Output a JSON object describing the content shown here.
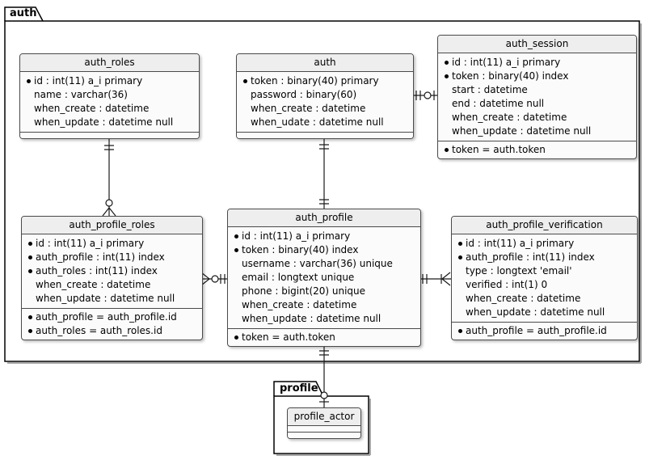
{
  "diagram": {
    "packages": [
      {
        "id": "auth",
        "label": "auth"
      },
      {
        "id": "profile",
        "label": "profile"
      }
    ]
  },
  "tables": {
    "auth_roles": {
      "title": "auth_roles",
      "attributes": [
        {
          "key": true,
          "text": "id : int(11) a_i primary"
        },
        {
          "key": false,
          "text": "name : varchar(36)"
        },
        {
          "key": false,
          "text": "when_create : datetime"
        },
        {
          "key": false,
          "text": "when_update : datetime null"
        }
      ],
      "constraints": []
    },
    "auth": {
      "title": "auth",
      "attributes": [
        {
          "key": true,
          "text": "token : binary(40) primary"
        },
        {
          "key": false,
          "text": "password : binary(60)"
        },
        {
          "key": false,
          "text": "when_create : datetime"
        },
        {
          "key": false,
          "text": "when_udate : datetime null"
        }
      ],
      "constraints": []
    },
    "auth_session": {
      "title": "auth_session",
      "attributes": [
        {
          "key": true,
          "text": "id : int(11) a_i primary"
        },
        {
          "key": true,
          "text": "token : binary(40) index"
        },
        {
          "key": false,
          "text": "start : datetime"
        },
        {
          "key": false,
          "text": "end : datetime null"
        },
        {
          "key": false,
          "text": "when_create : datetime"
        },
        {
          "key": false,
          "text": "when_update : datetime null"
        }
      ],
      "constraints": [
        {
          "key": true,
          "text": "token = auth.token"
        }
      ]
    },
    "auth_profile_roles": {
      "title": "auth_profile_roles",
      "attributes": [
        {
          "key": true,
          "text": "id : int(11) a_i primary"
        },
        {
          "key": true,
          "text": "auth_profile : int(11) index"
        },
        {
          "key": true,
          "text": "auth_roles : int(11) index"
        },
        {
          "key": false,
          "text": "when_create : datetime"
        },
        {
          "key": false,
          "text": "when_update : datetime null"
        }
      ],
      "constraints": [
        {
          "key": true,
          "text": "auth_profile = auth_profile.id"
        },
        {
          "key": true,
          "text": "auth_roles = auth_roles.id"
        }
      ]
    },
    "auth_profile": {
      "title": "auth_profile",
      "attributes": [
        {
          "key": true,
          "text": "id : int(11) a_i primary"
        },
        {
          "key": true,
          "text": "token : binary(40) index"
        },
        {
          "key": false,
          "text": "username : varchar(36) unique"
        },
        {
          "key": false,
          "text": "email : longtext unique"
        },
        {
          "key": false,
          "text": "phone : bigint(20) unique"
        },
        {
          "key": false,
          "text": "when_create : datetime"
        },
        {
          "key": false,
          "text": "when_update : datetime null"
        }
      ],
      "constraints": [
        {
          "key": true,
          "text": "token = auth.token"
        }
      ]
    },
    "auth_profile_verification": {
      "title": "auth_profile_verification",
      "attributes": [
        {
          "key": true,
          "text": "id : int(11) a_i primary"
        },
        {
          "key": true,
          "text": "auth_profile : int(11) index"
        },
        {
          "key": false,
          "text": "type : longtext 'email'"
        },
        {
          "key": false,
          "text": "verified : int(1) 0"
        },
        {
          "key": false,
          "text": "when_create : datetime"
        },
        {
          "key": false,
          "text": "when_update : datetime null"
        }
      ],
      "constraints": [
        {
          "key": true,
          "text": "auth_profile = auth_profile.id"
        }
      ]
    },
    "profile_actor": {
      "title": "profile_actor",
      "attributes": [],
      "constraints": []
    }
  },
  "relationships": [
    {
      "from": "auth_roles",
      "to": "auth_profile_roles",
      "from_end": "exactly-one",
      "to_end": "zero-or-many"
    },
    {
      "from": "auth",
      "to": "auth_profile",
      "from_end": "exactly-one",
      "to_end": "exactly-one"
    },
    {
      "from": "auth",
      "to": "auth_session",
      "from_end": "exactly-one",
      "to_end": "zero-or-one"
    },
    {
      "from": "auth_profile_roles",
      "to": "auth_profile",
      "from_end": "zero-or-many",
      "to_end": "exactly-one"
    },
    {
      "from": "auth_profile",
      "to": "auth_profile_verification",
      "from_end": "exactly-one",
      "to_end": "one-or-many"
    },
    {
      "from": "auth_profile",
      "to": "profile_actor",
      "from_end": "exactly-one",
      "to_end": "zero-or-one"
    }
  ],
  "colors": {
    "entity_header_bg": "#eeeeee",
    "entity_body_bg": "#fbfbfb",
    "entity_border": "#4a4a4a",
    "package_border": "#000000",
    "line": "#1a1a1a"
  }
}
